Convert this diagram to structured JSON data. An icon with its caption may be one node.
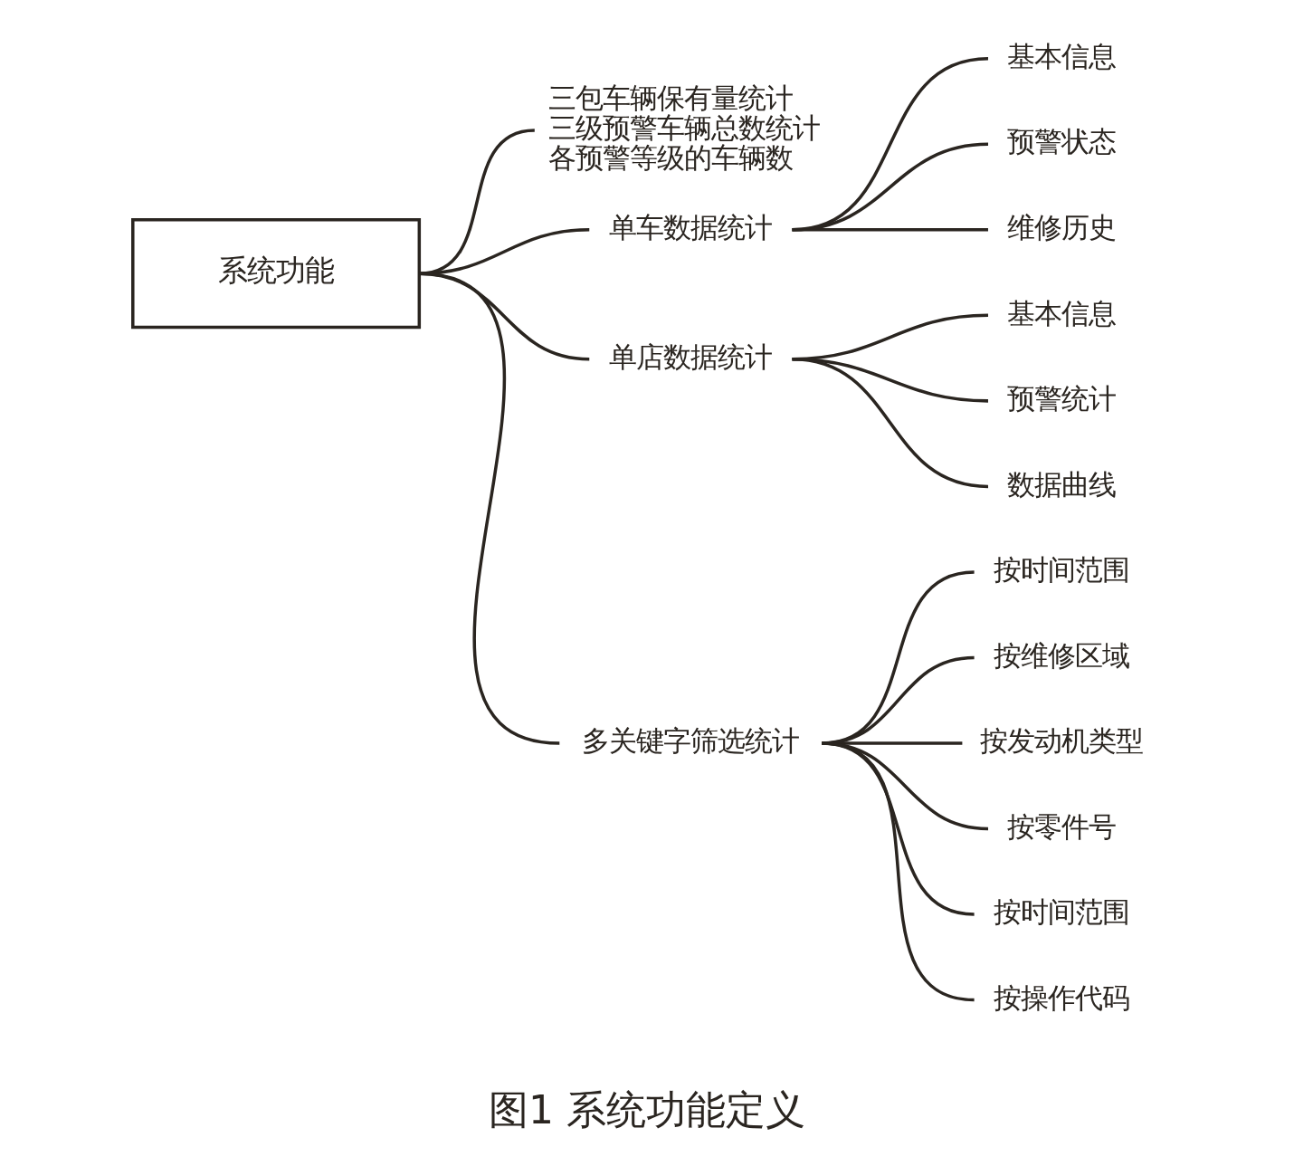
{
  "diagram": {
    "caption": "图1 系统功能定义",
    "nodes": [
      {
        "text": [
          "系统功能"
        ]
      },
      {
        "text": [
          "三包车辆保有量统计",
          "三级预警车辆总数统计",
          "各预警等级的车辆数"
        ]
      },
      {
        "text": [
          "单车数据统计"
        ]
      },
      {
        "text": [
          "基本信息"
        ]
      },
      {
        "text": [
          "预警状态"
        ]
      },
      {
        "text": [
          "维修历史"
        ]
      },
      {
        "text": [
          "单店数据统计"
        ]
      },
      {
        "text": [
          "基本信息"
        ]
      },
      {
        "text": [
          "预警统计"
        ]
      },
      {
        "text": [
          "数据曲线"
        ]
      },
      {
        "text": [
          "多关键字筛选统计"
        ]
      },
      {
        "text": [
          "按时间范围"
        ]
      },
      {
        "text": [
          "按维修区域"
        ]
      },
      {
        "text": [
          "按发动机类型"
        ]
      },
      {
        "text": [
          "按零件号"
        ]
      },
      {
        "text": [
          "按时间范围"
        ]
      },
      {
        "text": [
          "按操作代码"
        ]
      }
    ],
    "edges": [
      {
        "from": 0,
        "to": 1,
        "arrow": "none"
      },
      {
        "from": 0,
        "to": 2,
        "arrow": "none"
      },
      {
        "from": 0,
        "to": 6,
        "arrow": "none"
      },
      {
        "from": 0,
        "to": 10,
        "arrow": "none"
      },
      {
        "from": 2,
        "to": 3,
        "arrow": "none"
      },
      {
        "from": 2,
        "to": 4,
        "arrow": "none"
      },
      {
        "from": 2,
        "to": 5,
        "arrow": "none"
      },
      {
        "from": 6,
        "to": 7,
        "arrow": "none"
      },
      {
        "from": 6,
        "to": 8,
        "arrow": "none"
      },
      {
        "from": 6,
        "to": 9,
        "arrow": "none"
      },
      {
        "from": 10,
        "to": 11,
        "arrow": "none"
      },
      {
        "from": 10,
        "to": 12,
        "arrow": "none"
      },
      {
        "from": 10,
        "to": 13,
        "arrow": "none"
      },
      {
        "from": 10,
        "to": 14,
        "arrow": "none"
      },
      {
        "from": 10,
        "to": 15,
        "arrow": "none"
      },
      {
        "from": 10,
        "to": 16,
        "arrow": "none"
      }
    ]
  }
}
